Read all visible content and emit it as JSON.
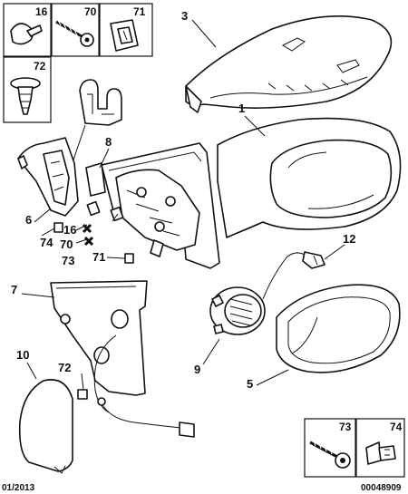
{
  "legend_top": [
    "16",
    "70",
    "71",
    "72"
  ],
  "legend_bottom": [
    "73",
    "74"
  ],
  "callouts": {
    "p1": "1",
    "p3": "3",
    "p5": "5",
    "p6": "6",
    "p7": "7",
    "p8": "8",
    "p9": "9",
    "p10": "10",
    "p12": "12",
    "p16": "16",
    "p70": "70",
    "p71": "71",
    "p72": "72",
    "p73": "73",
    "p74": "74"
  },
  "footer": {
    "date": "01/2013",
    "ref": "00048909"
  }
}
